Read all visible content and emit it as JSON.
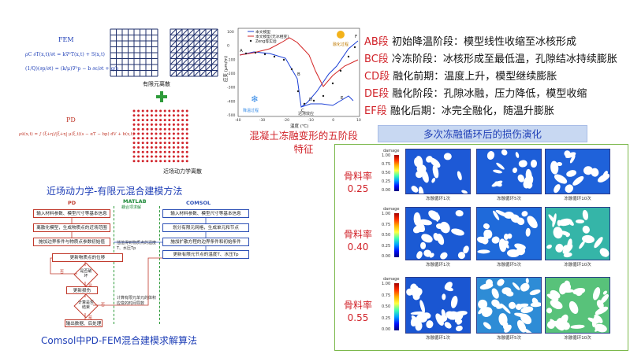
{
  "fem": {
    "label": "FEM",
    "eq1": "ρC ∂T(x,t)/∂t = k∇²T(x,t) + S(x,t)",
    "eq2": "(1/Q)(∂p/∂t) = (k/μ)∇²p − b ∂ε/∂t + q/ρ",
    "caption": "有限元离散"
  },
  "pd": {
    "label": "PD",
    "eq": "ρü(x,t) = ∫ (ξ+η)/|ξ+η| μ(ξ,t)(s − αT − bp) dV + b(x,t)",
    "caption": "近场动力学离散"
  },
  "method_title": "近场动力学-有限元混合建模方法",
  "flowchart": {
    "col_pd": "PD",
    "col_matlab": "MATLAB",
    "col_matlab_sub": "耦合项求解",
    "col_comsol": "COMSOL",
    "pd_steps": [
      "输入材料参数、模型尺寸等基本信息",
      "离散化模型，生成物质点的近场范围",
      "施加边界条件与物质点参数初始值",
      "更新物质点的位移"
    ],
    "decision1": "是否破坏",
    "decision1_yes": "是",
    "decision1_no": "否",
    "update_bond": "更新损伤",
    "decision2": "计算是否结束",
    "decision2_yes": "是",
    "decision2_no": "否",
    "output": "输出数据、后处理",
    "comsol_steps": [
      "输入材料参数、模型尺寸等基本信息",
      "划分有限元网格，生成单元和节点",
      "施加扩散方程的边界条件和初始条件",
      "更新有限元节点的温度T、水压Tp"
    ],
    "matlab_step1": "插值得到物质点的温度T、水压Tp",
    "matlab_step2": "计算有限元单元的体积应变的时间导数",
    "title": "Comsol中PD-FEM混合建模求解算法"
  },
  "chart": {
    "title": "混凝土冻融变形的五阶段特征",
    "xlabel": "温度 (℃)",
    "ylabel": "应变 (μm/m)",
    "legend": [
      "本文模型",
      "本文模型(无冰相变)",
      "Zeng等实验"
    ],
    "annot_freeze": "降温过程",
    "annot_thaw": "融化过程",
    "annot_range": "迟滞效应",
    "xticks": [
      "-40",
      "-30",
      "-20",
      "-10",
      "0",
      "10"
    ],
    "yticks": [
      "100",
      "0",
      "-100",
      "-200",
      "-300",
      "-400",
      "-500"
    ],
    "colors": {
      "model": "#1b3fd6",
      "no_ice": "#d32424",
      "exp": "#222222"
    },
    "points": [
      "A",
      "B",
      "C",
      "D",
      "E",
      "F"
    ]
  },
  "stages": [
    {
      "tag": "AB段",
      "text": "初始降温阶段：模型线性收缩至冰核形成"
    },
    {
      "tag": "BC段",
      "text": "冷冻阶段：冰核形成至最低温，孔隙结冰持续膨胀"
    },
    {
      "tag": "CD段",
      "text": "融化前期：温度上升，模型继续膨胀"
    },
    {
      "tag": "DE段",
      "text": "融化阶段：孔隙冰融，压力降低，模型收缩"
    },
    {
      "tag": "EF段",
      "text": "融化后期：冰完全融化，随温升膨胀"
    }
  ],
  "damage_panel": {
    "header": "多次冻融循环后的损伤演化",
    "rows": [
      {
        "label": "骨料率",
        "value": "0.25"
      },
      {
        "label": "骨料率",
        "value": "0.40"
      },
      {
        "label": "骨料率",
        "value": "0.55"
      }
    ],
    "cycle_captions": [
      "冻融循环1次",
      "冻融循环5次",
      "冻融循环10次"
    ],
    "colorbar_title": "damage",
    "colorbar_ticks": [
      "1.00",
      "0.75",
      "0.50",
      "0.25",
      "0.00"
    ]
  }
}
